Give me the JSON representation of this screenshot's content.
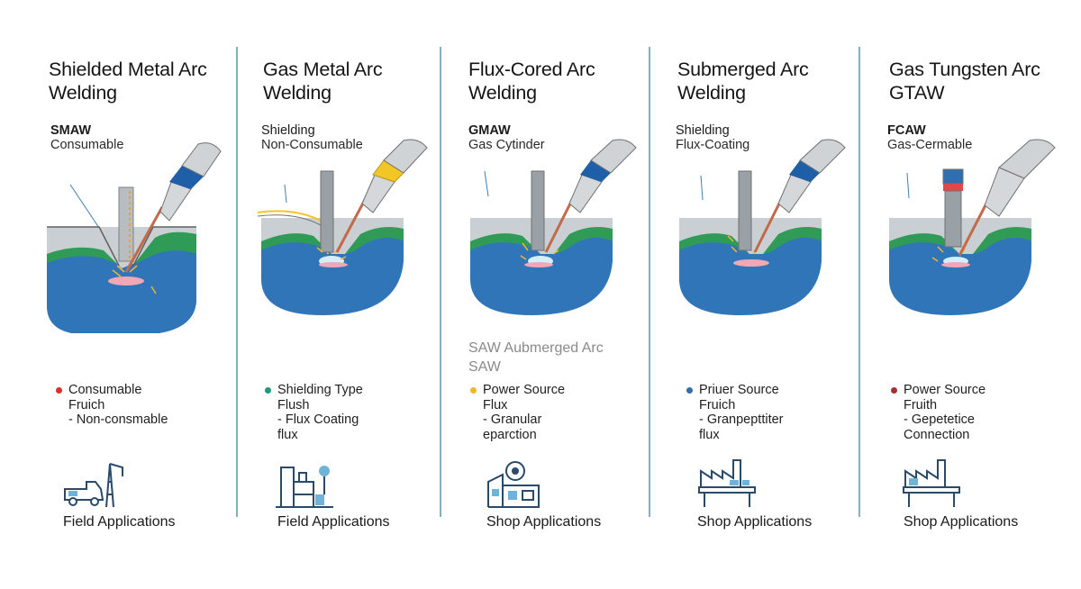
{
  "colors": {
    "divider": "#7fb2bd",
    "metal_top": "#c9cfd3",
    "heat_zone": "#2f9b57",
    "base_blue": "#2f75b8",
    "weld_pool": "#f2a7b6",
    "torch_band_blue": "#1f5fa8",
    "torch_band_yellow": "#f2c624",
    "rod": "#c26a4a"
  },
  "columns": [
    {
      "title_lines": [
        "Shielded Metal Arc",
        "Welding"
      ],
      "code": "SMAW",
      "sub": "Consumable",
      "features": [
        {
          "text": "Consumable",
          "dot": "#d9302b"
        },
        {
          "text": "Fruich",
          "dot": ""
        },
        {
          "text": "- Non-consmable",
          "dot": ""
        }
      ],
      "app_icon": "truck-crane-icon",
      "application": "Field Applications"
    },
    {
      "title_lines": [
        "Gas Metal Arc",
        "Welding"
      ],
      "code": "Shielding",
      "sub": "Non-Consumable",
      "features": [
        {
          "text": "Shielding Type",
          "dot": "#1b9a82"
        },
        {
          "text": "Flush",
          "dot": ""
        },
        {
          "text": "- Flux Coating",
          "dot": ""
        },
        {
          "text": "flux",
          "dot": ""
        }
      ],
      "app_icon": "industrial-plant-icon",
      "application": "Field Applications"
    },
    {
      "title_lines": [
        "Flux-Cored Arc",
        "Welding"
      ],
      "code": "GMAW",
      "sub": "Gas Cytinder",
      "extra_lines": [
        "SAW Aubmerged Arc",
        "SAW"
      ],
      "features": [
        {
          "text": "Power Source",
          "dot": "#f2b62b"
        },
        {
          "text": "Flux",
          "dot": ""
        },
        {
          "text": "- Granular",
          "dot": ""
        },
        {
          "text": "eparction",
          "dot": ""
        }
      ],
      "app_icon": "workshop-machine-icon",
      "application": "Shop Applications"
    },
    {
      "title_lines": [
        "Submerged Arc",
        "Welding"
      ],
      "code": "Shielding",
      "sub": "Flux-Coating",
      "features": [
        {
          "text": "Priuer Source",
          "dot": "#2f6fb0"
        },
        {
          "text": "Fruich",
          "dot": ""
        },
        {
          "text": "- Granpepttiter",
          "dot": ""
        },
        {
          "text": "flux",
          "dot": ""
        }
      ],
      "app_icon": "factory-icon",
      "application": "Shop Applications"
    },
    {
      "title_lines": [
        "Gas Tungsten Arc",
        "GTAW"
      ],
      "code": "FCAW",
      "sub": "Gas-Cermable",
      "features": [
        {
          "text": "Power Source",
          "dot": "#a3302b"
        },
        {
          "text": "Fruith",
          "dot": ""
        },
        {
          "text": "- Gepetetice",
          "dot": ""
        },
        {
          "text": "Connection",
          "dot": ""
        }
      ],
      "app_icon": "factory-icon",
      "application": "Shop Applications"
    }
  ]
}
